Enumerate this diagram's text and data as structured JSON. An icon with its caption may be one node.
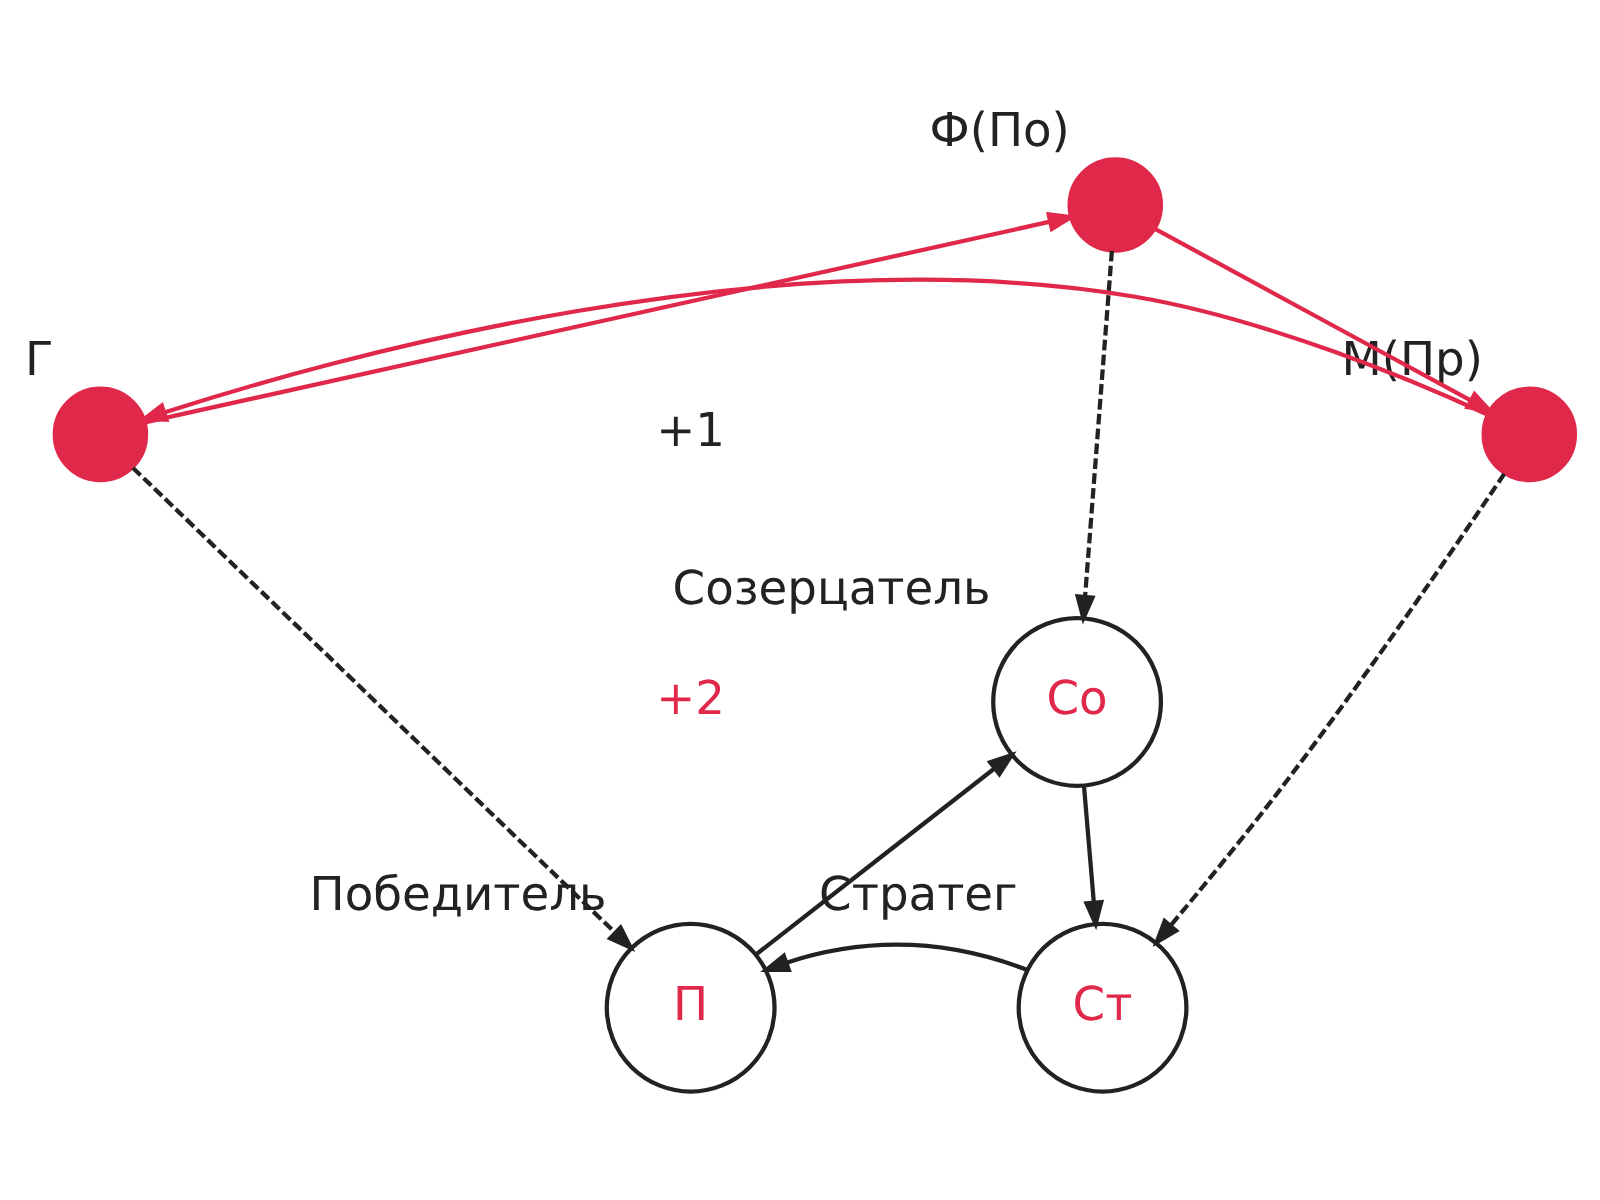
{
  "diagram": {
    "nodes": [
      {
        "text": [],
        "shape": "circle",
        "beside": [
          "Ф(По)"
        ]
      },
      {
        "text": [],
        "shape": "circle",
        "beside": [
          "Г"
        ]
      },
      {
        "text": [],
        "shape": "circle",
        "beside": [
          "М(Пр)"
        ]
      },
      {
        "text": [
          "Со"
        ],
        "beside": [
          "Созерцатель"
        ]
      },
      {
        "text": [
          "П"
        ],
        "beside": [
          "Победитель"
        ]
      },
      {
        "text": [
          "Ст"
        ],
        "beside": [
          "Стратег"
        ]
      }
    ],
    "edges": [
      {
        "from": 1,
        "to": 0,
        "arrow": "to",
        "color": "#e0284a"
      },
      {
        "from": 0,
        "to": 2,
        "arrow": "to",
        "color": "#e0284a"
      },
      {
        "from": 2,
        "to": 1,
        "arrow": "to",
        "color": "#e0284a"
      },
      {
        "from": 1,
        "to": 4,
        "arrow": "to",
        "style": "dashed"
      },
      {
        "from": 0,
        "to": 3,
        "arrow": "to",
        "style": "dashed"
      },
      {
        "from": 2,
        "to": 5,
        "arrow": "to",
        "style": "dashed"
      },
      {
        "from": 4,
        "to": 3,
        "arrow": "to"
      },
      {
        "from": 3,
        "to": 5,
        "arrow": "to"
      },
      {
        "from": 5,
        "to": 4,
        "arrow": "to"
      }
    ],
    "labels": [
      "+1",
      "+2"
    ]
  }
}
